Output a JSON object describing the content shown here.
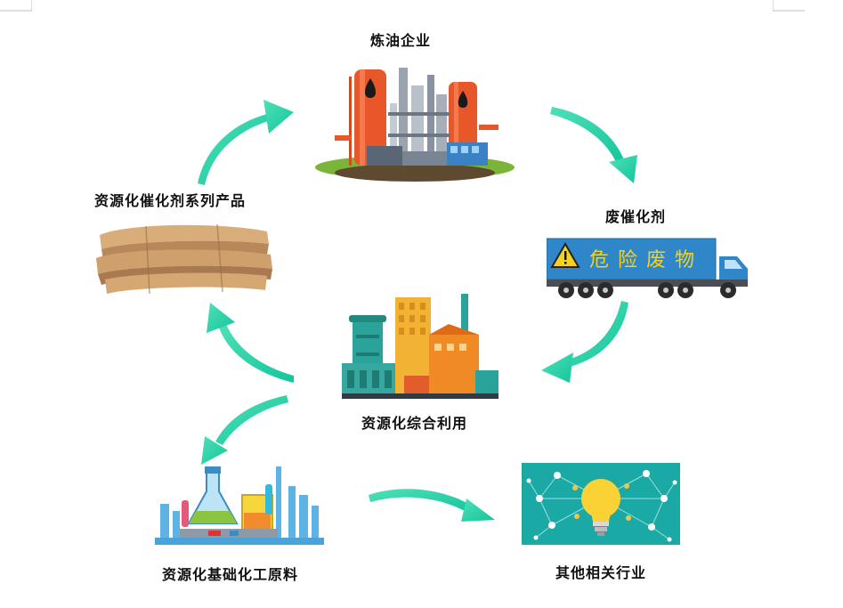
{
  "nodes": {
    "refinery": "炼油企业",
    "waste_catalyst": "废催化剂",
    "truck_sign": "危险废物",
    "catalyst_products": "资源化催化剂系列产品",
    "comprehensive_use": "资源化综合利用",
    "chem_raw": "资源化基础化工原料",
    "other_industries": "其他相关行业"
  },
  "colors": {
    "arrow": "#2ed3a6",
    "tank_orange": "#e8572a",
    "truck_blue": "#2f86c9",
    "box_brown": "#c99a66",
    "factory_teal": "#2aa39a",
    "tech_bg": "#1aa9a5"
  }
}
